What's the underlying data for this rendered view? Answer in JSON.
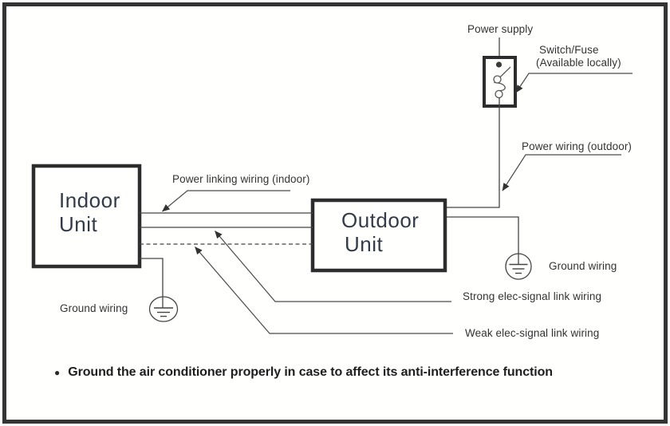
{
  "labels": {
    "power_supply": "Power supply",
    "switch_fuse": "Switch/Fuse",
    "switch_fuse_sub": "(Available locally)",
    "power_wiring_outdoor": "Power wiring (outdoor)",
    "power_linking_indoor": "Power linking wiring (indoor)",
    "ground_wiring_left": "Ground wiring",
    "ground_wiring_right": "Ground wiring",
    "strong_link": "Strong elec-signal link wiring",
    "weak_link": "Weak elec-signal link wiring"
  },
  "units": {
    "indoor": {
      "line1": "Indoor",
      "line2": "Unit"
    },
    "outdoor": {
      "line1": "Outdoor",
      "line2": "Unit"
    }
  },
  "note": {
    "bullet": "●",
    "text": "Ground the air conditioner properly in case to affect its anti-interference function"
  },
  "colors": {
    "frame_border": "#343434",
    "box_border": "#2d2d2d",
    "wire": "#3f3f3f",
    "leader": "#4a4a4a",
    "text": "#333333",
    "unit_text": "#343b48",
    "background": "#ffffff"
  }
}
